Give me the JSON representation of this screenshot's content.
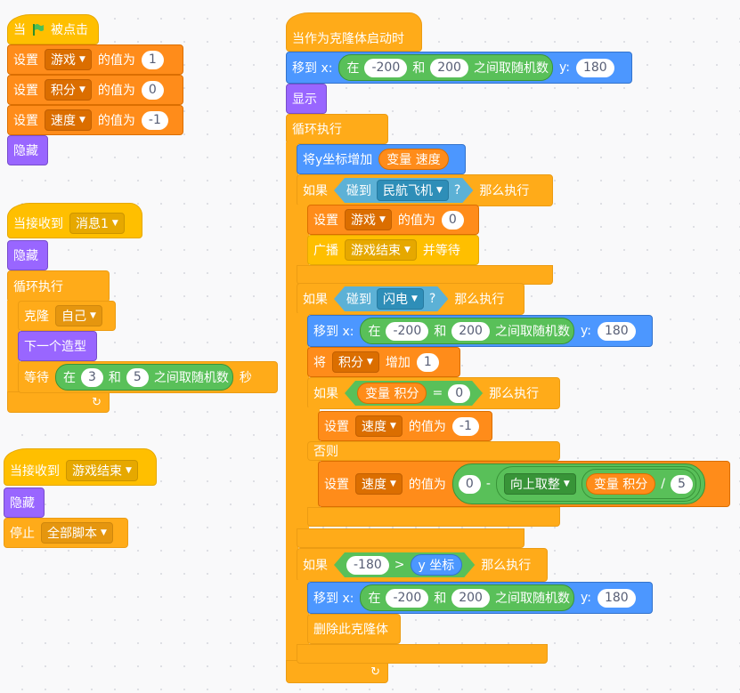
{
  "s1": {
    "hat_prefix": "当",
    "hat_suffix": "被点击",
    "set": "设置",
    "value_of": "的值为",
    "var1": "游戏",
    "val1": "1",
    "var2": "积分",
    "val2": "0",
    "var3": "速度",
    "val3": "-1",
    "hide": "隐藏"
  },
  "s2": {
    "hat": "当接收到",
    "msg": "消息1",
    "hide": "隐藏",
    "forever": "循环执行",
    "clone": "克隆",
    "clone_target": "自己",
    "next_costume": "下一个造型",
    "wait": "等待",
    "in": "在",
    "and": "和",
    "between_random": "之间取随机数",
    "lo": "3",
    "hi": "5",
    "sec": "秒",
    "loop_icon": "↻"
  },
  "s3": {
    "hat": "当接收到",
    "msg": "游戏结束",
    "hide": "隐藏",
    "stop": "停止",
    "stop_opt": "全部脚本"
  },
  "s4": {
    "hat": "当作为克隆体启动时",
    "goto": "移到 x:",
    "in": "在",
    "and": "和",
    "between_random": "之间取随机数",
    "y": "y:",
    "lo": "-200",
    "hi": "200",
    "yval": "180",
    "show": "显示",
    "forever": "循环执行",
    "change_y": "将y坐标增加",
    "var_label": "变量",
    "speed": "速度",
    "if": "如果",
    "then": "那么执行",
    "touching": "碰到",
    "plane": "民航飞机",
    "q": "?",
    "set": "设置",
    "game": "游戏",
    "value_of": "的值为",
    "zero": "0",
    "broadcast": "广播",
    "game_over": "游戏结束",
    "and_wait": "并等待",
    "lightning": "闪电",
    "change": "将",
    "score": "积分",
    "increase": "增加",
    "one": "1",
    "eq": "=",
    "neg1": "-1",
    "else": "否则",
    "minus": "-",
    "ceil": "向上取整",
    "div": "/",
    "five": "5",
    "neg180": "-180",
    "gt": ">",
    "y_pos": "y 坐标",
    "delete_clone": "删除此克隆体",
    "loop_icon": "↻"
  },
  "colors": {
    "events": "#ffbf00",
    "control": "#ffab19",
    "variables": "#ff8c1a",
    "looks": "#9966ff",
    "motion": "#4c97ff",
    "sensing": "#5cb1d6",
    "operators": "#59c059"
  },
  "icons": {
    "flag": "green-flag-icon",
    "dropdown": "dropdown-arrow-icon",
    "loop": "loop-arrow-icon"
  }
}
